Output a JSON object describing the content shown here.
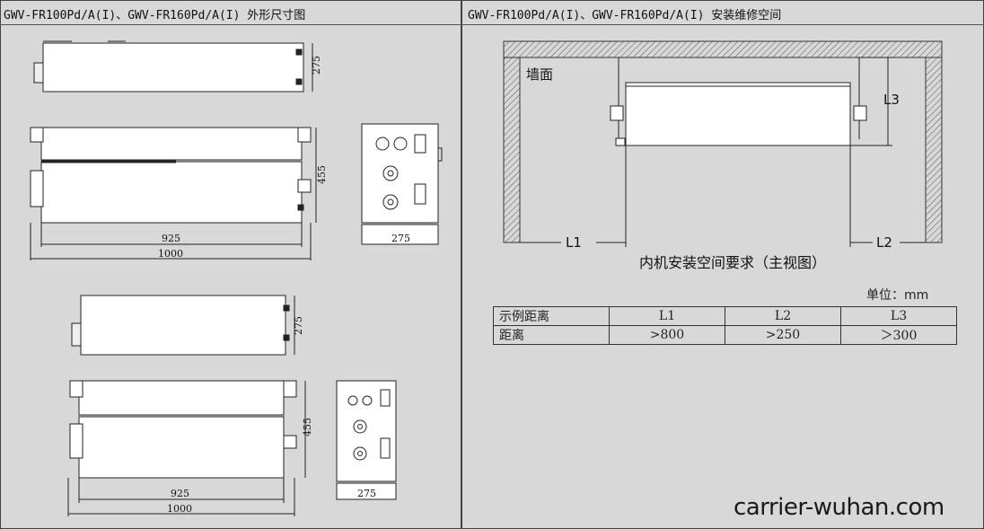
{
  "left_panel": {
    "title": "GWV-FR100Pd/A(I)、GWV-FR160Pd/A(I) 外形尺寸图",
    "dims": {
      "height_top": "275",
      "depth": "455",
      "inner_width": "925",
      "outer_width": "1000",
      "side_width": "275"
    }
  },
  "right_panel": {
    "title": "GWV-FR100Pd/A(I)、GWV-FR160Pd/A(I) 安装维修空间",
    "wall_label": "墙面",
    "l1": "L1",
    "l2": "L2",
    "l3": "L3",
    "caption": "内机安装空间要求（主视图）",
    "unit": "单位：mm",
    "table": {
      "header": [
        "示例距离",
        "L1",
        "L2",
        "L3"
      ],
      "row": [
        "距离",
        ">800",
        ">250",
        "＞300"
      ]
    }
  },
  "watermark": "carrier-wuhan.com"
}
